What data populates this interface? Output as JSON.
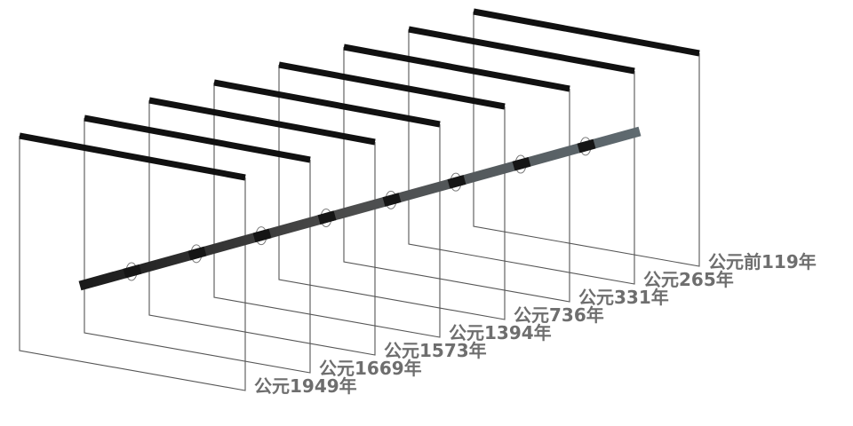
{
  "timeline": {
    "labels": [
      "公元前119年",
      "公元265年",
      "公元331年",
      "公元736年",
      "公元1394年",
      "公元1573年",
      "公元1669年",
      "公元1949年"
    ]
  }
}
